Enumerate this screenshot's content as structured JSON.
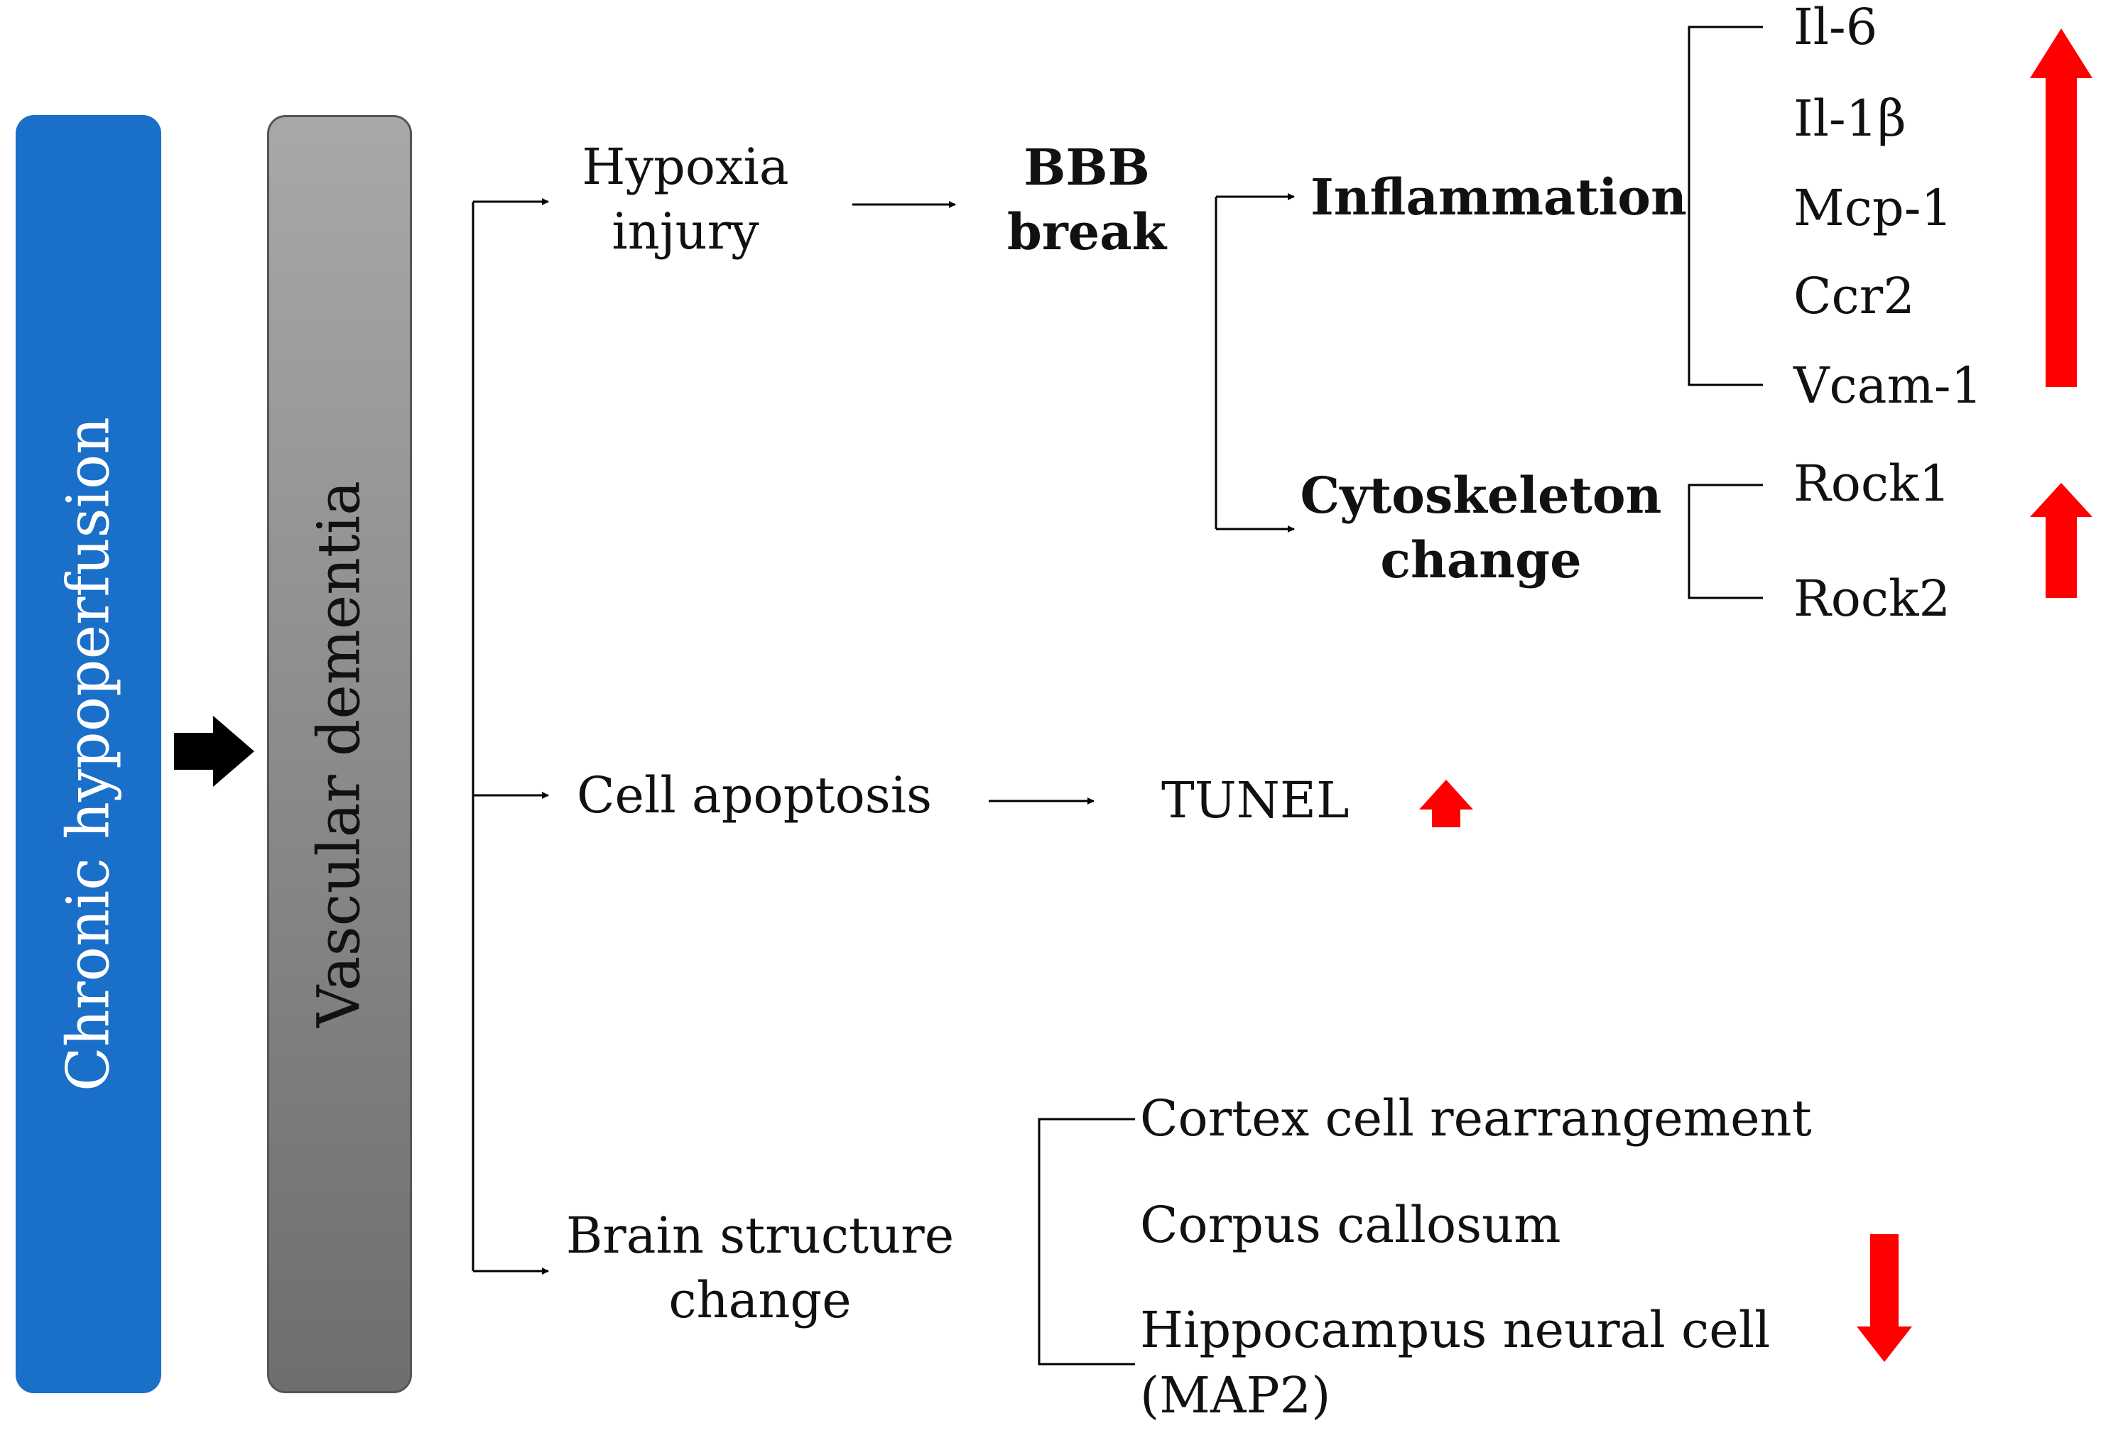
{
  "cause": "Chronic hypoperfusion",
  "condition": "Vascular dementia",
  "pathways": {
    "hypoxia": {
      "line1": "Hypoxia",
      "line2": "injury",
      "bbb_line1": "BBB",
      "bbb_line2": "break",
      "inflammation": {
        "label": "Inflammation",
        "markers": [
          "Il-6",
          "Il-1β",
          "Mcp-1",
          "Ccr2",
          "Vcam-1"
        ],
        "direction": "up"
      },
      "cytoskeleton": {
        "line1": "Cytoskeleton",
        "line2": "change",
        "markers": [
          "Rock1",
          "Rock2"
        ],
        "direction": "up"
      }
    },
    "apoptosis": {
      "label": "Cell apoptosis",
      "marker": "TUNEL",
      "direction": "up"
    },
    "brain": {
      "line1": "Brain structure",
      "line2": "change",
      "items": [
        "Cortex cell rearrangement",
        "Corpus callosum",
        "Hippocampus neural cell",
        "(MAP2)"
      ],
      "direction": "down"
    }
  },
  "colors": {
    "cause_box": "#1a6fc9",
    "condition_box": "#8a8a8a",
    "increase_arrow": "#ff0000",
    "decrease_arrow": "#ff0000",
    "connector": "#000000"
  }
}
